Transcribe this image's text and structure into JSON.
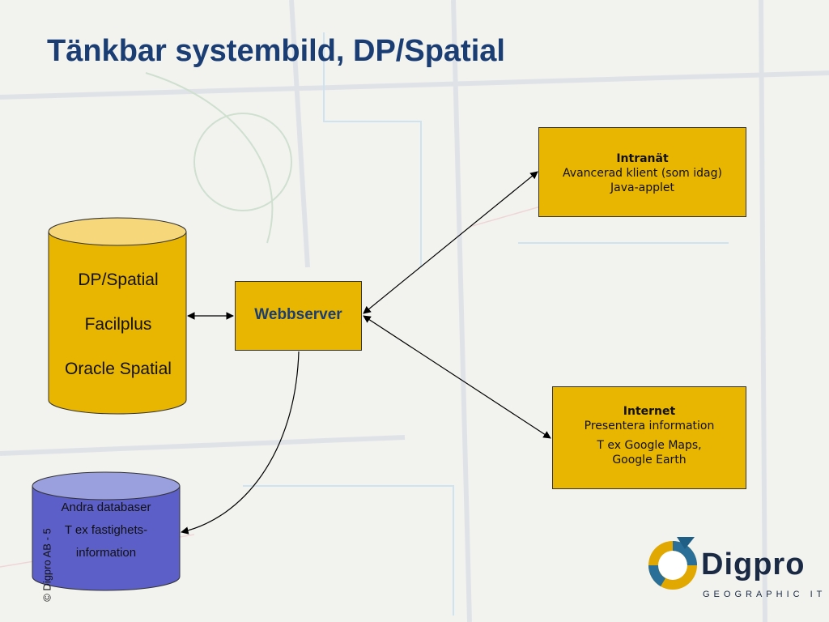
{
  "title": "Tänkbar systembild, DP/Spatial",
  "database_main": {
    "lines": [
      "DP/Spatial",
      "Facilplus",
      "Oracle Spatial"
    ]
  },
  "database_other": {
    "lines": [
      "Andra databaser",
      "T ex fastighets-",
      "information"
    ]
  },
  "webserver": {
    "label": "Webbserver"
  },
  "intranat": {
    "heading": "Intranät",
    "line1": "Avancerad klient (som idag)",
    "line2": "Java-applet"
  },
  "internet": {
    "heading": "Internet",
    "line1": "Presentera information",
    "line2": "T ex Google Maps,",
    "line3": "Google Earth"
  },
  "copyright": "© Digpro AB - 5",
  "logo": {
    "name": "Digpro",
    "subtitle": "GEOGRAPHIC IT"
  },
  "colors": {
    "title": "#1a3d73",
    "box_fill": "#e8b500",
    "db_top": "#f6d77a",
    "db2_fill": "#5c5fc8",
    "db2_top": "#9aa0de"
  }
}
